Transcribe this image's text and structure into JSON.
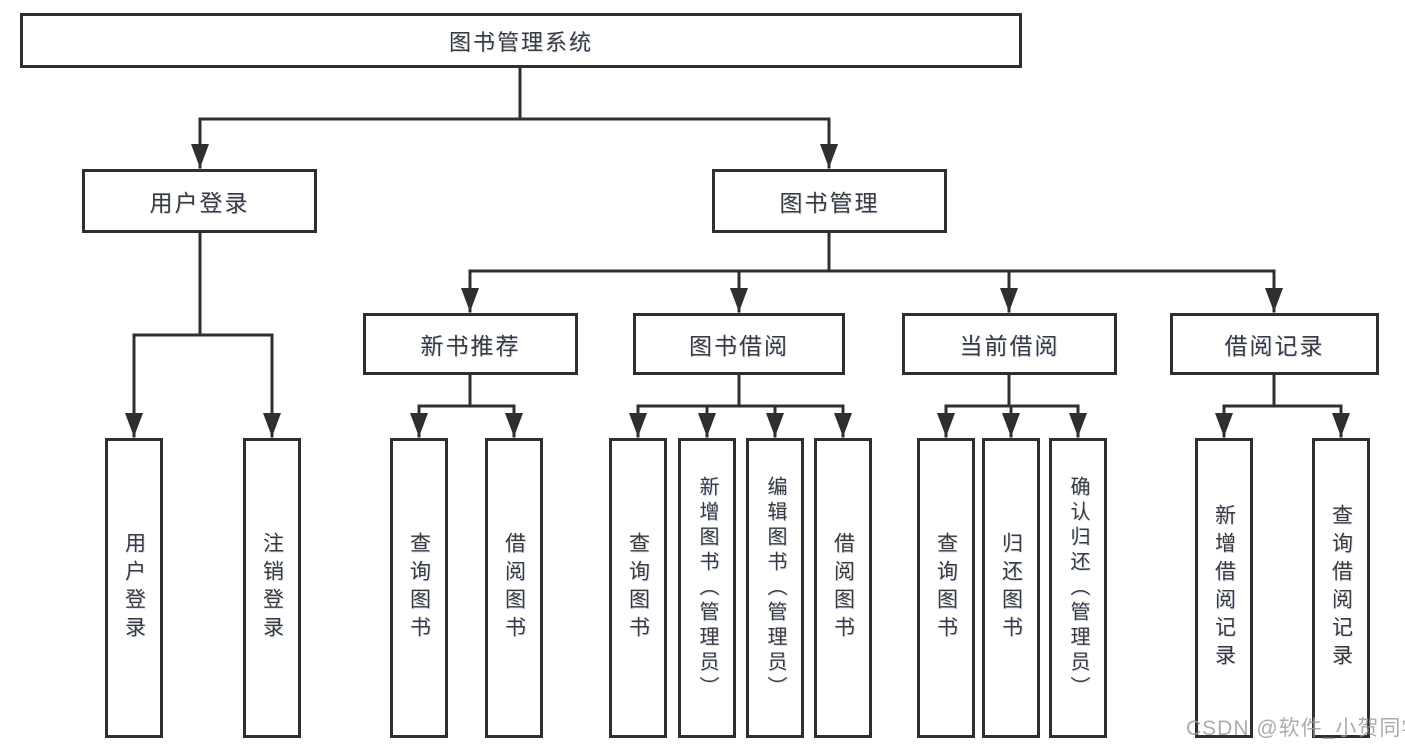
{
  "root": {
    "label": "图书管理系统"
  },
  "branches": [
    {
      "label": "用户登录",
      "children": [
        "用户登录",
        "注销登录"
      ]
    },
    {
      "label": "图书管理"
    }
  ],
  "groups": [
    {
      "label": "新书推荐",
      "children": [
        "查询图书",
        "借阅图书"
      ]
    },
    {
      "label": "图书借阅",
      "children": [
        "查询图书",
        "新增图书（管理员）",
        "编辑图书（管理员）",
        "借阅图书"
      ]
    },
    {
      "label": "当前借阅",
      "children": [
        "查询图书",
        "归还图书",
        "确认归还（管理员）"
      ]
    },
    {
      "label": "借阅记录",
      "children": [
        "新增借阅记录",
        "查询借阅记录"
      ]
    }
  ],
  "watermark": {
    "text": "CSDN @软件_小贺同学"
  },
  "colors": {
    "line": "#2f2f2f",
    "text": "#3a3a3a",
    "watermark": "#9e9e9e",
    "background": "#ffffff"
  }
}
